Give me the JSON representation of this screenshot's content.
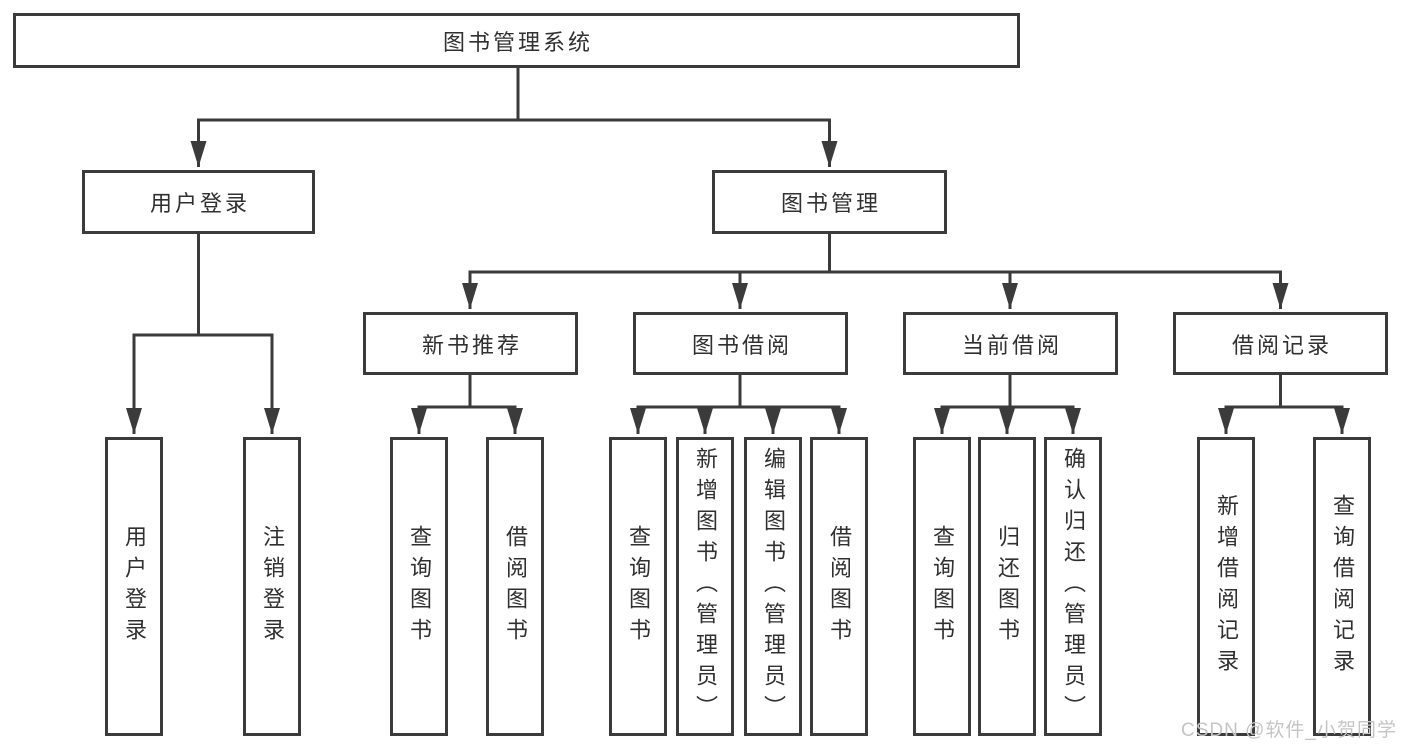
{
  "diagram": {
    "root": {
      "label": "图书管理系统"
    },
    "branches": [
      {
        "label": "用户登录",
        "children": [
          {
            "label": "用户登录"
          },
          {
            "label": "注销登录"
          }
        ]
      },
      {
        "label": "图书管理",
        "children": [
          {
            "label": "新书推荐",
            "children": [
              {
                "label": "查询图书"
              },
              {
                "label": "借阅图书"
              }
            ]
          },
          {
            "label": "图书借阅",
            "children": [
              {
                "label": "查询图书"
              },
              {
                "label": "新增图书（管理员）"
              },
              {
                "label": "编辑图书（管理员）"
              },
              {
                "label": "借阅图书"
              }
            ]
          },
          {
            "label": "当前借阅",
            "children": [
              {
                "label": "查询图书"
              },
              {
                "label": "归还图书"
              },
              {
                "label": "确认归还（管理员）"
              }
            ]
          },
          {
            "label": "借阅记录",
            "children": [
              {
                "label": "新增借阅记录"
              },
              {
                "label": "查询借阅记录"
              }
            ]
          }
        ]
      }
    ]
  },
  "watermark": {
    "text": "CSDN @软件_小贺同学"
  },
  "colors": {
    "line": "#3b3b3b",
    "text": "#303030",
    "box_fill": "#ffffff",
    "watermark": "#c5c5c5",
    "background": "#ffffff"
  }
}
